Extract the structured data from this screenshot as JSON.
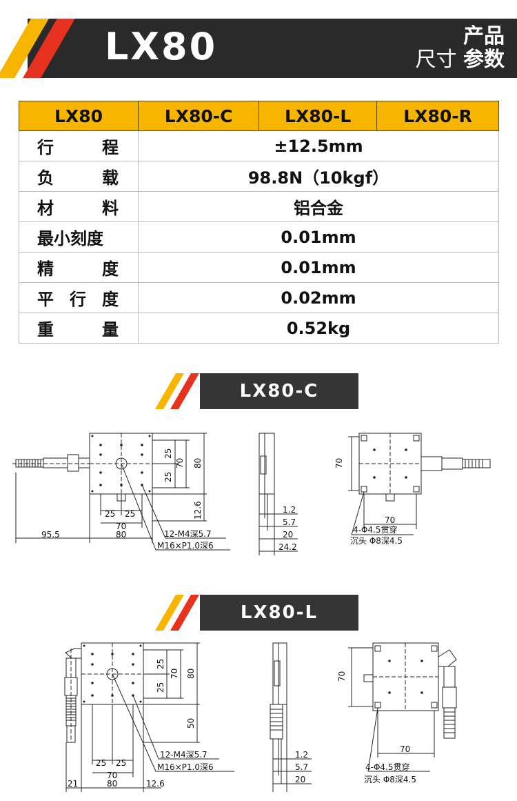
{
  "header": {
    "model": "LX80",
    "tag_line1": "产品",
    "tag_line2_light": "尺寸",
    "tag_line2_bold": "参数"
  },
  "table": {
    "columns": [
      "LX80",
      "LX80-C",
      "LX80-L",
      "LX80-R"
    ],
    "rows": [
      {
        "label_parts": [
          "行",
          "程"
        ],
        "value": "±12.5mm"
      },
      {
        "label_parts": [
          "负",
          "载"
        ],
        "value": "98.8N（10kgf）"
      },
      {
        "label_parts": [
          "材",
          "料"
        ],
        "value": "铝合金"
      },
      {
        "label_parts": [
          "最小刻度"
        ],
        "value": "0.01mm"
      },
      {
        "label_parts": [
          "精",
          "度"
        ],
        "value": "0.01mm"
      },
      {
        "label_parts": [
          "平",
          "行",
          "度"
        ],
        "value": "0.02mm"
      },
      {
        "label_parts": [
          "重",
          "量"
        ],
        "value": "0.52kg"
      }
    ]
  },
  "section_c": {
    "title": "LX80-C",
    "dims": {
      "d25a": "25",
      "d25b": "25",
      "d70": "70",
      "d80": "80",
      "d25c": "25",
      "d25d": "25",
      "d70b": "70",
      "d12_6": "12.6",
      "d95_5": "95.5",
      "d80b": "80",
      "hole1": "12-M4深5.7",
      "hole2": "M16×P1.0深6",
      "s1_2": "1.2",
      "s5_7": "5.7",
      "s20": "20",
      "s24_2": "24.2",
      "b70": "70",
      "b70w": "70",
      "bh1": "4-Φ4.5贯穿",
      "bh2": "沉头 Φ8深4.5"
    }
  },
  "section_l": {
    "title": "LX80-L",
    "dims": {
      "d25a": "25",
      "d25b": "25",
      "d70": "70",
      "d80": "80",
      "d50": "50",
      "d25c": "25",
      "d25d": "25",
      "d70b": "70",
      "d21": "21",
      "d80b": "80",
      "d12_6": "12.6",
      "hole1": "12-M4深5.7",
      "hole2": "M16×P1.0深6",
      "s1_2": "1.2",
      "s5_7": "5.7",
      "s20": "20",
      "b70": "70",
      "b70w": "70",
      "bh1": "4-Φ4.5贯穿",
      "bh2": "沉头 Φ8深4.5"
    }
  },
  "colors": {
    "accent_yellow": "#f7b500",
    "accent_red": "#e6321e",
    "dark": "#2a2a2a"
  }
}
